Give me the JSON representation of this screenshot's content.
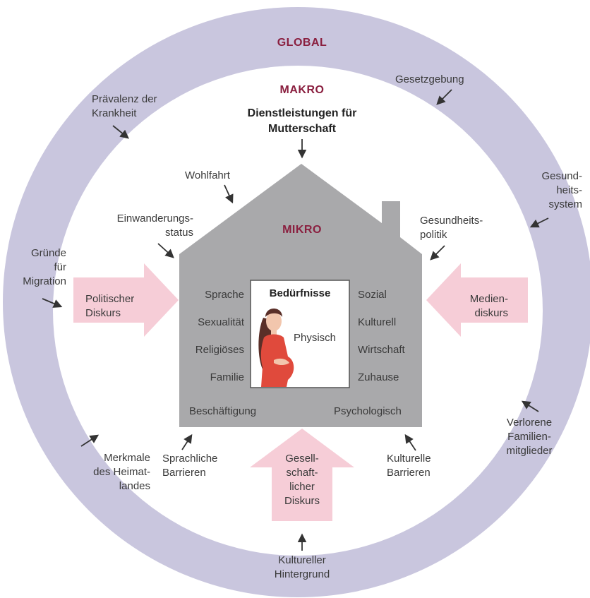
{
  "levels": {
    "global": "GLOBAL",
    "makro": "MAKRO",
    "mikro": "MIKRO"
  },
  "outer_factors": {
    "gesetzgebung": "Gesetzgebung",
    "praevalenz": "Prävalenz der\nKrankheit",
    "gesundheitssystem": "Gesund-\nheits-\nsystem",
    "gruende_migration": "Gründe\nfür\nMigration",
    "verlorene_familie": "Verlorene\nFamilien-\nmitglieder",
    "merkmale_heimat": "Merkmale\ndes Heimat-\nlandes",
    "kultureller_hintergrund": "Kultureller\nHintergrund"
  },
  "makro_factors": {
    "dienstleistungen": "Dienstleistungen für\nMutterschaft",
    "wohlfahrt": "Wohlfahrt",
    "einwanderungsstatus": "Einwanderungs-\nstatus",
    "gesundheitspolitik": "Gesundheits-\npolitik",
    "sprachliche_barrieren": "Sprachliche\nBarrieren",
    "kulturelle_barrieren": "Kulturelle\nBarrieren"
  },
  "discourses": {
    "politischer": "Politischer\nDiskurs",
    "medien": "Medien-\ndiskurs",
    "gesellschaftlicher": "Gesell-\nschaft-\nlicher\nDiskurs"
  },
  "needs": {
    "title": "Bedürfnisse",
    "center": "Physisch",
    "left": [
      "Sprache",
      "Sexualität",
      "Religiöses",
      "Familie"
    ],
    "right": [
      "Sozial",
      "Kulturell",
      "Wirtschaft",
      "Zuhause"
    ],
    "bottom_left": "Beschäftigung",
    "bottom_right": "Psychologisch"
  },
  "colors": {
    "outer_ring": "#c9c6de",
    "inner_circle": "#ffffff",
    "house": "#a9a9ab",
    "discourse_arrow": "#f6cdd7",
    "heading": "#8a1f3f",
    "dress": "#e04a3c",
    "hair": "#5a2f28",
    "skin": "#f2c6ad"
  },
  "icons": {
    "woman": "pregnant-woman-icon"
  }
}
